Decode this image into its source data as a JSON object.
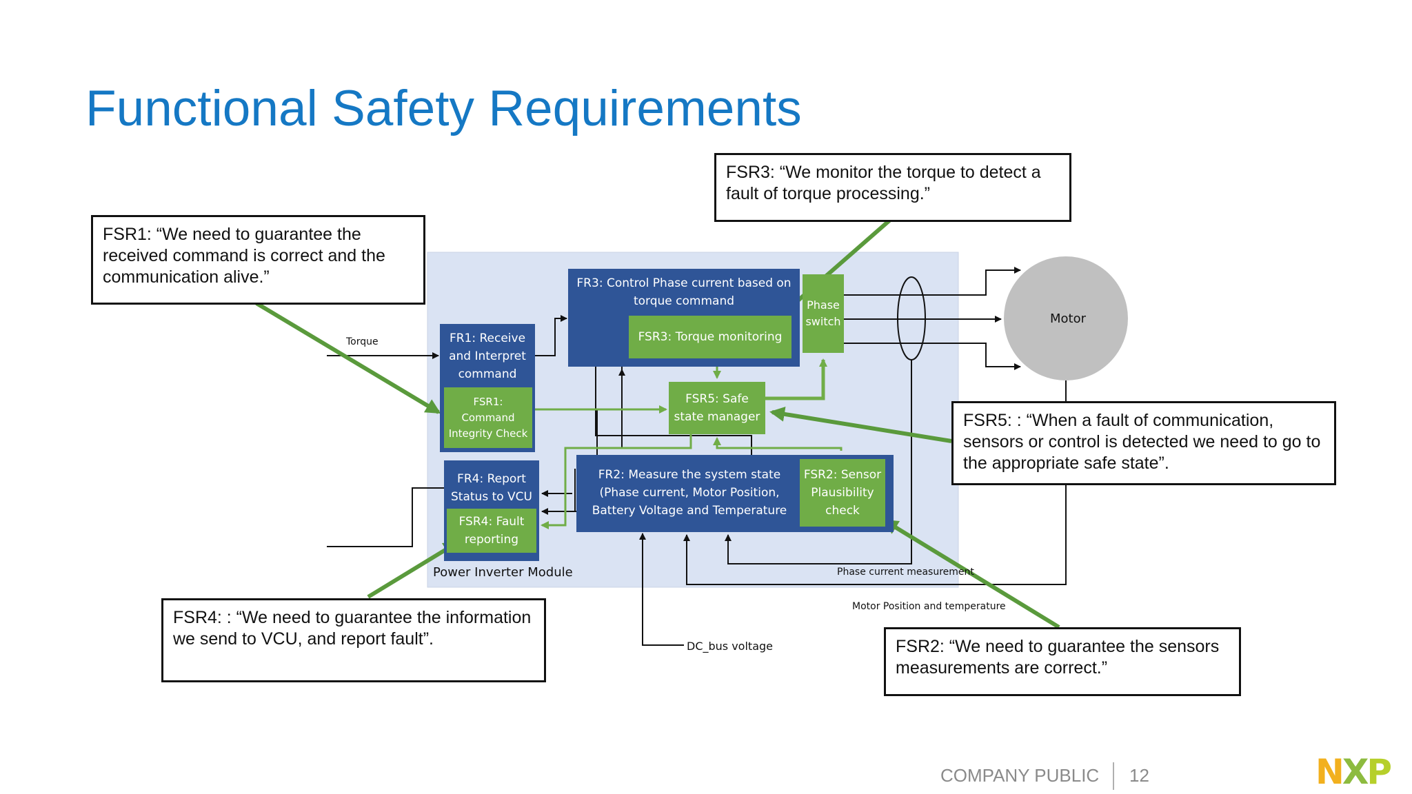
{
  "title": "Functional Safety Requirements",
  "callouts": {
    "fsr1": "FSR1: “We need to guarantee the received command is correct and the communication alive.”",
    "fsr3": "FSR3: “We monitor the torque to detect a fault of torque processing.”",
    "fsr5": "FSR5: : “When a fault of communication, sensors or control is detected we need to go to the appropriate safe state”.",
    "fsr4": "FSR4: : “We need to guarantee the information we send to VCU, and report fault”.",
    "fsr2": "FSR2: “We need to guarantee the sensors measurements are correct.”"
  },
  "diagram": {
    "module_label": "Power Inverter Module",
    "fr1": "FR1: Receive and Interpret command",
    "fsr1_block": "FSR1: Command Integrity Check",
    "fr3": "FR3: Control Phase current based on torque command",
    "fsr3_block": "FSR3: Torque monitoring",
    "phase_switch": "Phase switch",
    "fsr5_block": "FSR5: Safe state manager",
    "fr4": "FR4: Report Status to VCU",
    "fsr4_block": "FSR4: Fault reporting",
    "fr2": "FR2: Measure the system state (Phase current, Motor Position, Battery Voltage and Temperature",
    "fsr2_block": "FSR2: Sensor Plausibility check",
    "motor": "Motor",
    "torque": "Torque",
    "phase_current_measurement": "Phase current measurement",
    "motor_position_temp": "Motor Position and temperature",
    "dc_bus_voltage": "DC_bus voltage"
  },
  "footer": {
    "classification": "COMPANY PUBLIC",
    "page_number": "12",
    "logo_text": "NXP"
  },
  "colors": {
    "title": "#1578c4",
    "functional_block": "#2f5597",
    "safety_block": "#70ad47",
    "module_bg": "#dae3f3",
    "motor": "#c0c0c0",
    "pointer": "#5a9a3c"
  }
}
